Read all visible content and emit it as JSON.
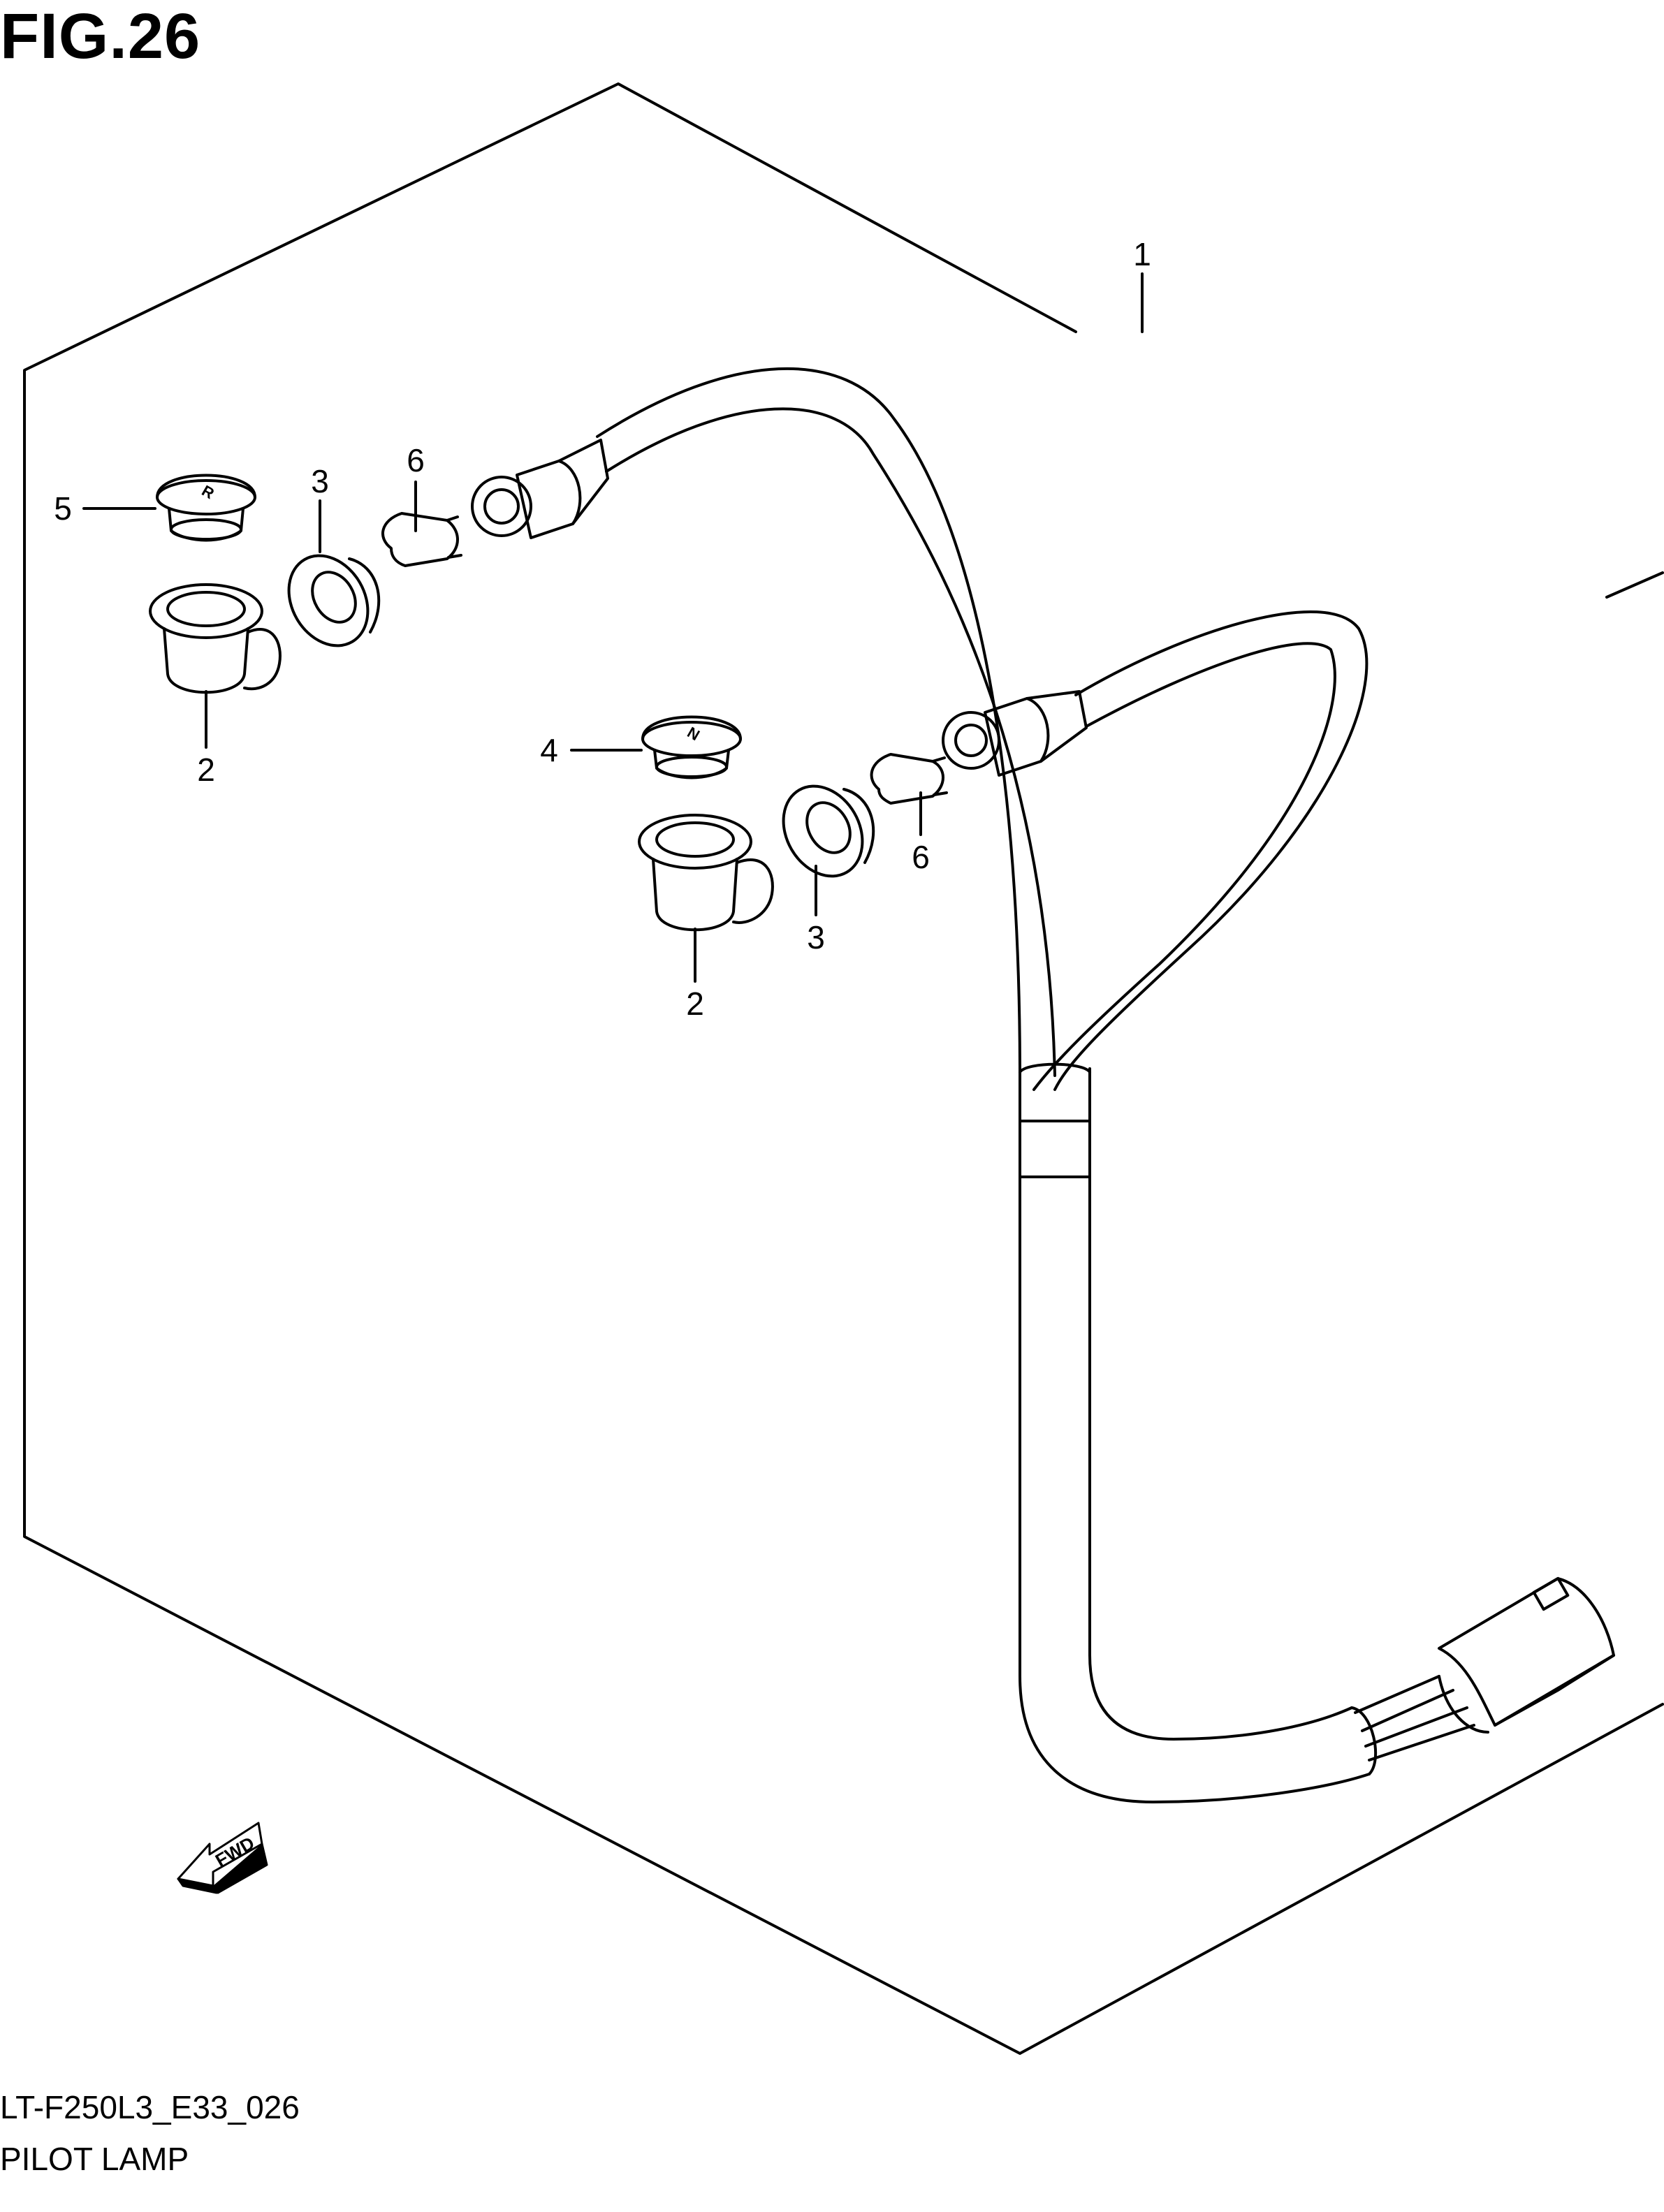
{
  "figure": {
    "title": "FIG.26",
    "code": "LT-F250L3_E33_026",
    "name": "PILOT LAMP"
  },
  "callouts": {
    "c1": "1",
    "c2a": "2",
    "c2b": "2",
    "c3a": "3",
    "c3b": "3",
    "c4": "4",
    "c5": "5",
    "c6a": "6",
    "c6b": "6"
  },
  "marks": {
    "cap_r": "R",
    "cap_n": "N",
    "fwd": "FWD"
  }
}
